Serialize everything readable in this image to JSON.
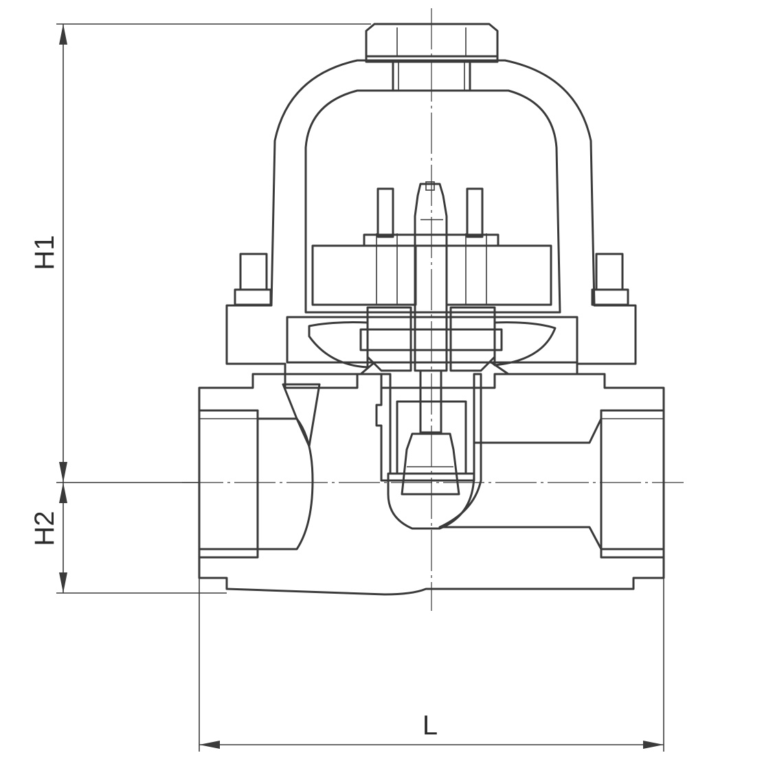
{
  "dimensions": {
    "h1_label": "H1",
    "h2_label": "H2",
    "l_label": "L"
  },
  "colors": {
    "line": "#3a3a3a",
    "background": "#ffffff"
  }
}
